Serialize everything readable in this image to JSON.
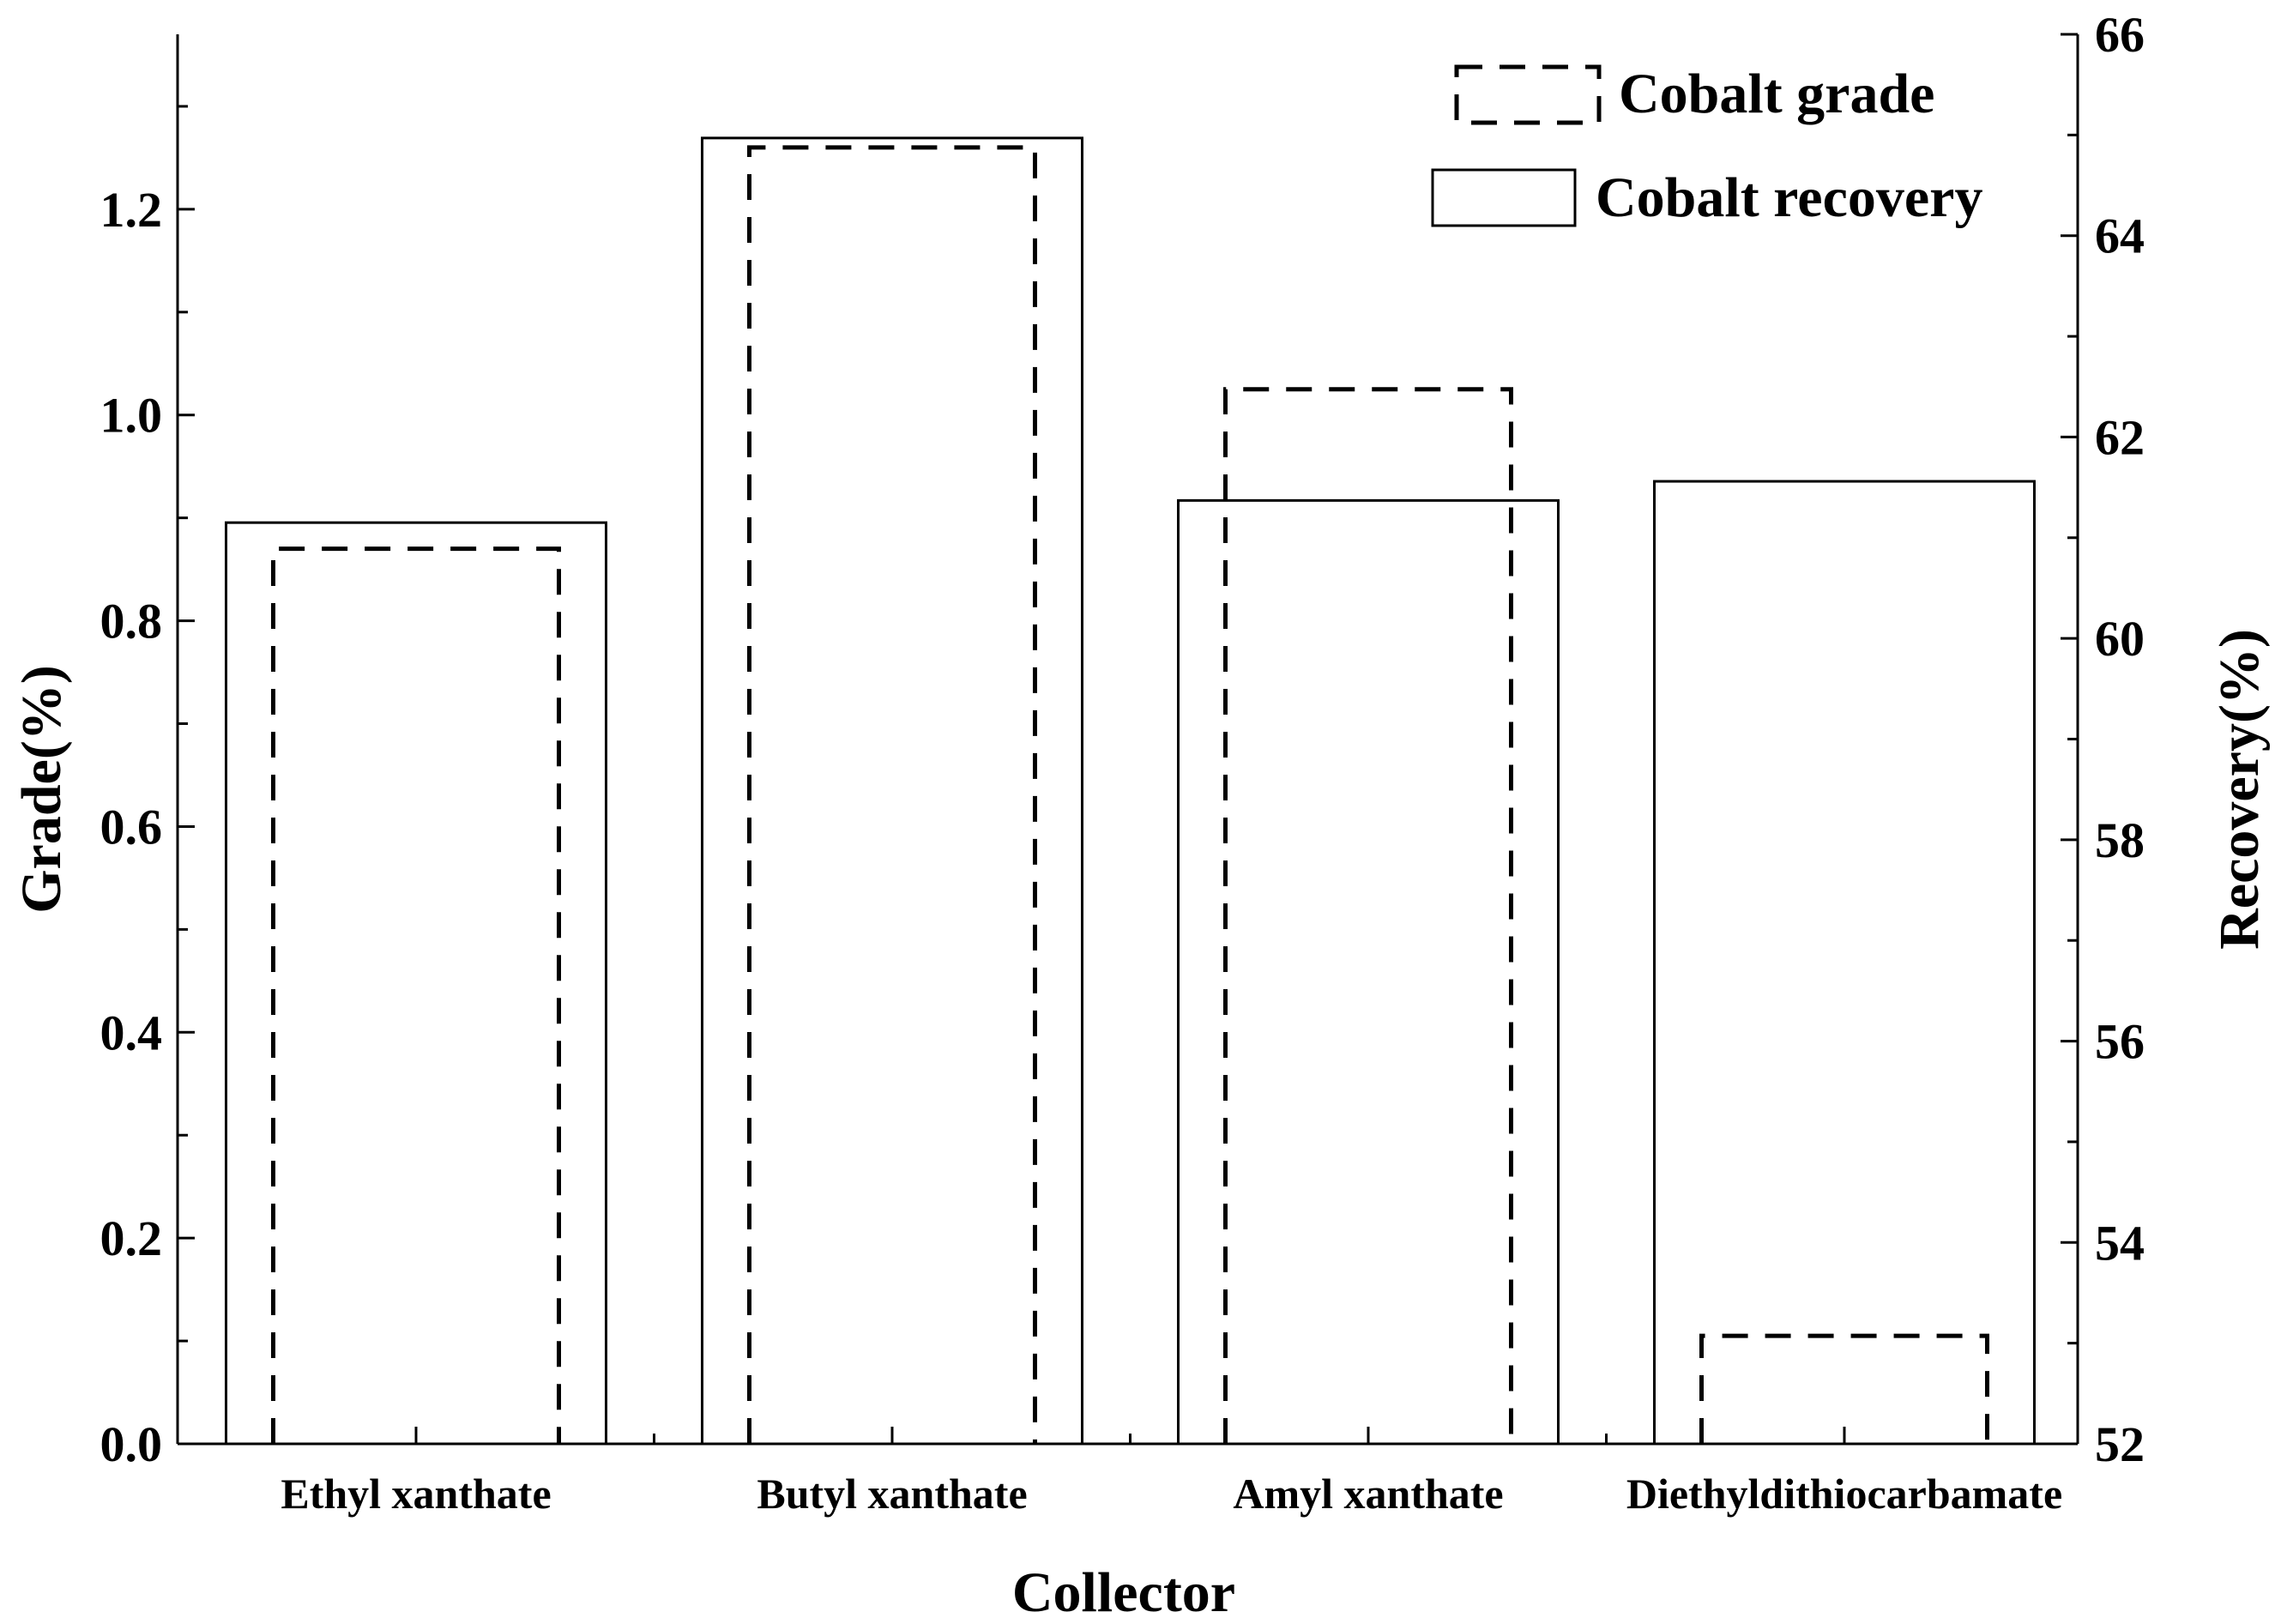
{
  "chart_data": {
    "type": "bar",
    "categories": [
      "Ethyl xanthate",
      "Butyl xanthate",
      "Amyl xanthate",
      "Diethyldithiocarbamate"
    ],
    "series": [
      {
        "name": "Cobalt recovery",
        "axis": "right",
        "style": "solid",
        "values": [
          61.15,
          64.97,
          61.37,
          61.56
        ]
      },
      {
        "name": "Cobalt grade",
        "axis": "left",
        "style": "dashed",
        "values": [
          0.87,
          1.26,
          1.025,
          0.105
        ]
      }
    ],
    "xlabel": "Collector",
    "ylabel": "Grade(%)",
    "ylabel_right": "Recovery(%)",
    "ylim": [
      0,
      1.37
    ],
    "ylim_right": [
      52,
      66
    ],
    "yticks": [
      0.0,
      0.2,
      0.4,
      0.6,
      0.8,
      1.0,
      1.2
    ],
    "yticks_labels": [
      "0.0",
      "0.2",
      "0.4",
      "0.6",
      "0.8",
      "1.0",
      "1.2"
    ],
    "yticks_right": [
      52,
      54,
      56,
      58,
      60,
      62,
      64,
      66
    ],
    "yticks_right_labels": [
      "52",
      "54",
      "56",
      "58",
      "60",
      "62",
      "64",
      "66"
    ],
    "legend": {
      "position": "top-right",
      "entries": [
        "Cobalt grade",
        "Cobalt recovery"
      ]
    },
    "grid": false,
    "colors": {
      "stroke": "#000000",
      "background": "#ffffff"
    }
  }
}
